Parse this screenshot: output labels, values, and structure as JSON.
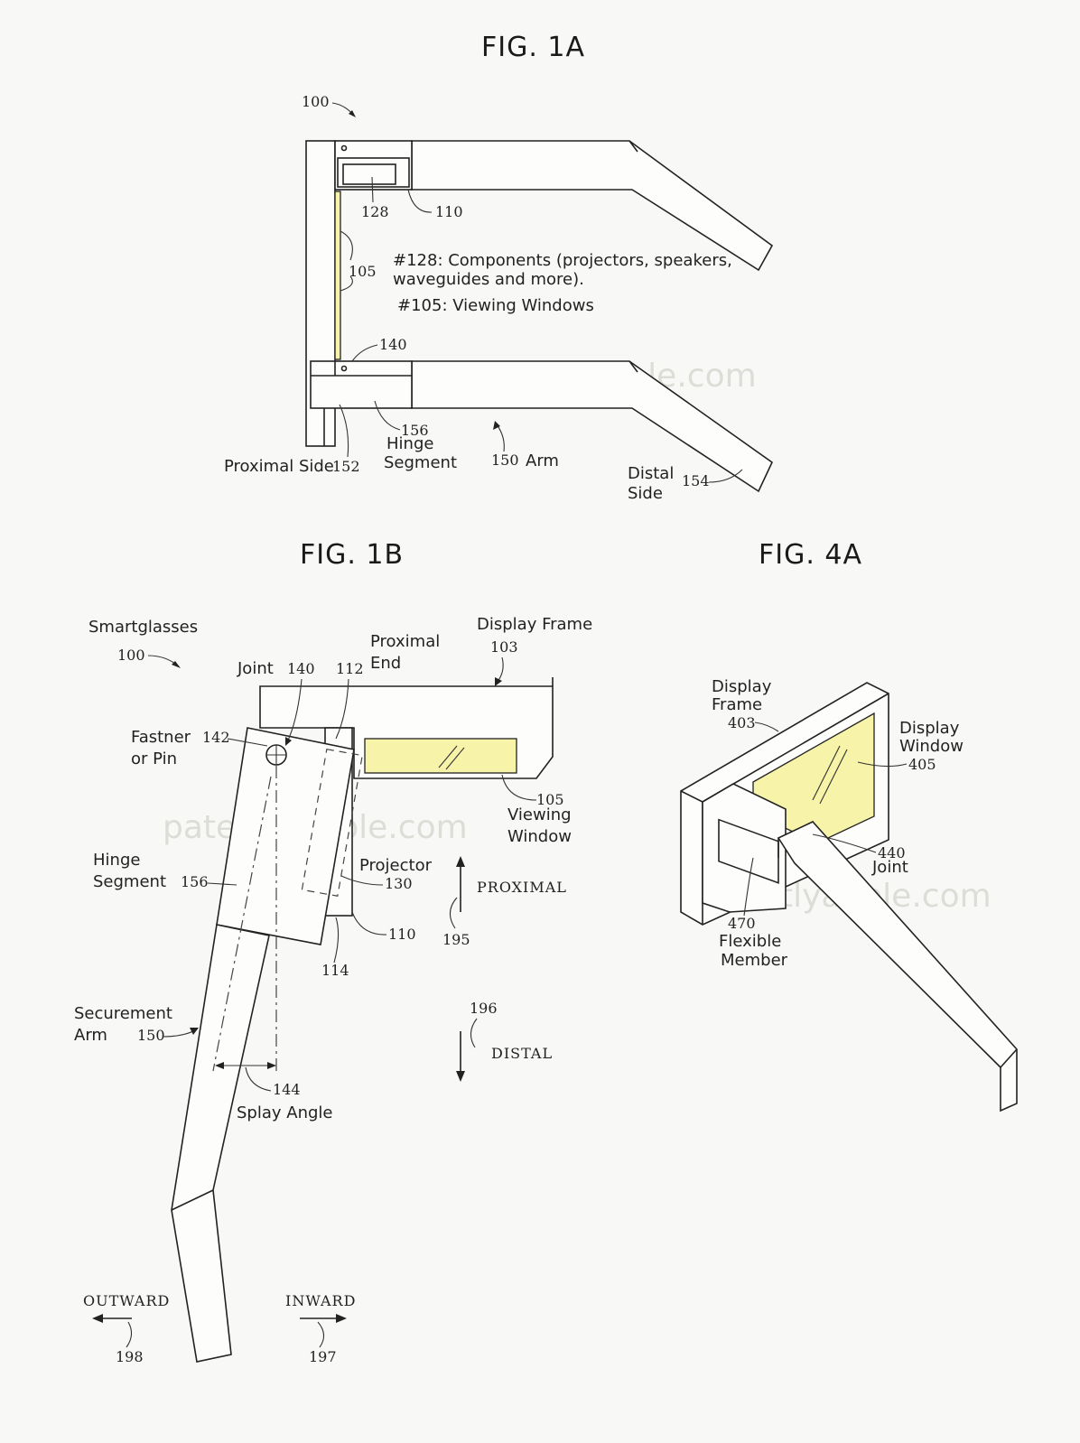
{
  "fig1a": {
    "title": "FIG. 1A",
    "ref_100": "100",
    "ref_128": "128",
    "ref_110": "110",
    "ref_105": "105",
    "ref_140": "140",
    "note_line1": "#128: Components (projectors, speakers,",
    "note_line2": "waveguides and more).",
    "note_line3": "#105: Viewing Windows",
    "proximal_side": "Proximal Side",
    "ref_152": "152",
    "ref_156": "156",
    "hinge": "Hinge",
    "segment": "Segment",
    "ref_150": "150",
    "arm": "Arm",
    "distal": "Distal",
    "side": "Side",
    "ref_154": "154"
  },
  "fig1b": {
    "title": "FIG. 1B",
    "smartglasses": "Smartglasses",
    "ref_100": "100",
    "proximal": "Proximal",
    "end": "End",
    "display_frame": "Display Frame",
    "ref_103": "103",
    "joint": "Joint",
    "ref_140": "140",
    "ref_112": "112",
    "fastner": "Fastner",
    "ref_142": "142",
    "or_pin": "or Pin",
    "ref_105": "105",
    "viewing": "Viewing",
    "window": "Window",
    "hinge": "Hinge",
    "segment": "Segment",
    "ref_156": "156",
    "projector": "Projector",
    "ref_130": "130",
    "ref_110": "110",
    "ref_114": "114",
    "proximal_cap": "PROXIMAL",
    "ref_195": "195",
    "securement": "Securement",
    "arm": "Arm",
    "ref_150": "150",
    "ref_196": "196",
    "distal_cap": "DISTAL",
    "ref_144": "144",
    "splay_angle": "Splay Angle",
    "outward": "OUTWARD",
    "ref_198": "198",
    "inward": "INWARD",
    "ref_197": "197"
  },
  "fig4a": {
    "title": "FIG. 4A",
    "display": "Display",
    "frame": "Frame",
    "ref_403": "403",
    "display2": "Display",
    "window": "Window",
    "ref_405": "405",
    "ref_440": "440",
    "joint": "Joint",
    "ref_470": "470",
    "flexible": "Flexible",
    "member": "Member"
  },
  "watermark": "patentlyapple.com",
  "colors": {
    "highlight": "#f7f3a8",
    "ink": "#222222",
    "background": "#f8f8f6"
  }
}
